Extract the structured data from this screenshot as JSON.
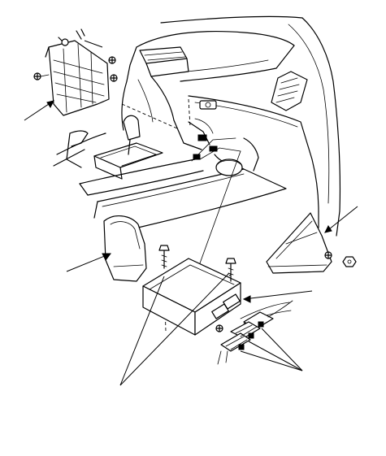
{
  "figure": {
    "caption": "",
    "labels": []
  },
  "parts": [
    {
      "id": "dashboard",
      "icon": "dashboard-icon"
    },
    {
      "id": "left-kick-panel",
      "icon": "trim-panel-icon"
    },
    {
      "id": "center-console",
      "icon": "console-icon"
    },
    {
      "id": "knee-bolster-cover",
      "icon": "cover-icon"
    },
    {
      "id": "right-kick-panel",
      "icon": "trim-panel-icon"
    },
    {
      "id": "control-module",
      "icon": "ecu-box-icon"
    },
    {
      "id": "bolts",
      "icon": "bolt-icon"
    },
    {
      "id": "connectors",
      "icon": "connector-icon"
    }
  ]
}
